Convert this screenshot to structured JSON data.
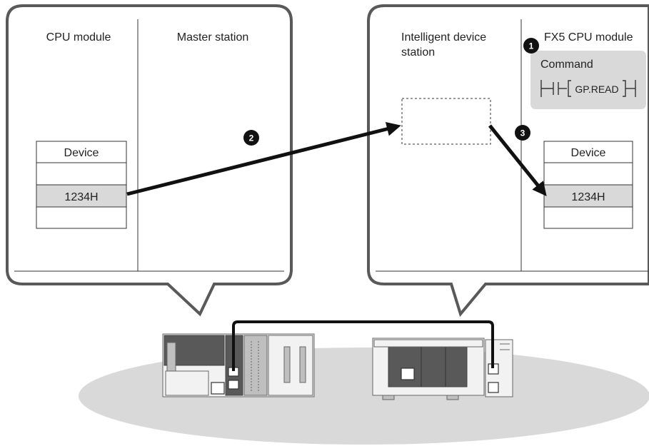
{
  "left_bubble": {
    "cpu_module_title": "CPU module",
    "master_station_title": "Master station",
    "device_header": "Device",
    "device_value": "1234H"
  },
  "right_bubble": {
    "intelligent_station_title_line1": "Intelligent device",
    "intelligent_station_title_line2": "station",
    "fx5_cpu_title": "FX5 CPU module",
    "command_label": "Command",
    "instruction": "GP.READ",
    "device_header": "Device",
    "device_value": "1234H"
  },
  "steps": [
    "1",
    "2",
    "3"
  ],
  "colors": {
    "bubble_border": "#595959",
    "highlight_cell": "#d9d9d9",
    "command_box": "#d9d9d9",
    "network_ellipse": "#d9d9d9",
    "arrow": "#111111"
  },
  "icons": [
    "cc-link-master-plc-icon",
    "fx5-cpu-plc-icon",
    "ethernet-port-icon"
  ]
}
